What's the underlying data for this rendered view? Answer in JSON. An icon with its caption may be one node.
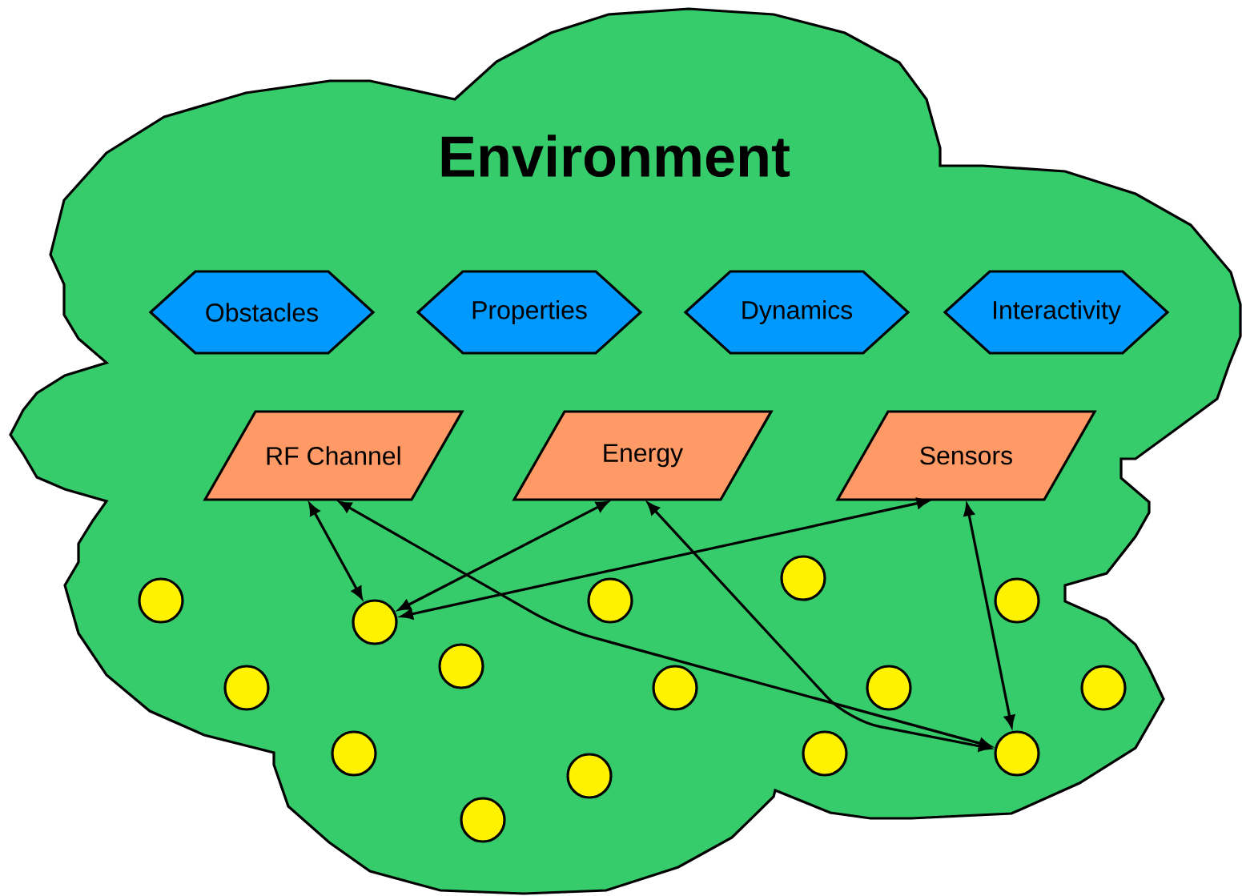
{
  "diagram": {
    "nodes": [
      {
        "text": [
          "Environment"
        ]
      },
      {
        "text": [
          "Obstacles"
        ],
        "in": 0
      },
      {
        "text": [
          "Properties"
        ],
        "in": 0
      },
      {
        "text": [
          "Dynamics"
        ],
        "in": 0
      },
      {
        "text": [
          "Interactivity"
        ],
        "in": 0
      },
      {
        "text": [
          "RF Channel"
        ],
        "in": 0
      },
      {
        "text": [
          "Energy"
        ],
        "in": 0
      },
      {
        "text": [
          "Sensors"
        ],
        "in": 0
      },
      {
        "text": [],
        "shape": "circle",
        "in": 0
      },
      {
        "text": [],
        "shape": "circle",
        "in": 0
      },
      {
        "text": [],
        "shape": "circle",
        "in": 0
      },
      {
        "text": [],
        "shape": "circle",
        "in": 0
      },
      {
        "text": [],
        "shape": "circle",
        "in": 0
      },
      {
        "text": [],
        "shape": "circle",
        "in": 0
      },
      {
        "text": [],
        "shape": "circle",
        "in": 0
      },
      {
        "text": [],
        "shape": "circle",
        "in": 0
      },
      {
        "text": [],
        "shape": "circle",
        "in": 0
      },
      {
        "text": [],
        "shape": "circle",
        "in": 0
      },
      {
        "text": [],
        "shape": "circle",
        "in": 0
      },
      {
        "text": [],
        "shape": "circle",
        "in": 0
      },
      {
        "text": [],
        "shape": "circle",
        "in": 0
      },
      {
        "text": [],
        "shape": "circle",
        "in": 0
      },
      {
        "text": [],
        "shape": "circle",
        "in": 0
      }
    ],
    "edges": [
      {
        "from": 5,
        "to": 11,
        "arrow": "both"
      },
      {
        "from": 11,
        "to": 6,
        "arrow": "both"
      },
      {
        "from": 11,
        "to": 7,
        "arrow": "both"
      },
      {
        "from": 5,
        "to": 21,
        "arrow": "both"
      },
      {
        "from": 6,
        "to": 21,
        "arrow": "both"
      },
      {
        "from": 7,
        "to": 21,
        "arrow": "both"
      }
    ]
  }
}
